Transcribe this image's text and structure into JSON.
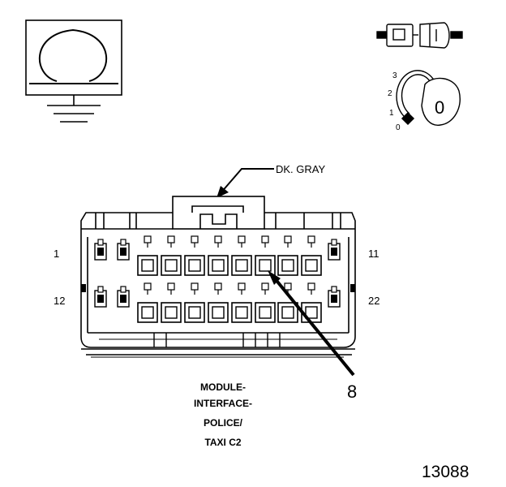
{
  "color_label": "DK. GRAY",
  "pin_labels": {
    "top_left": "1",
    "top_right": "11",
    "bottom_left": "12",
    "bottom_right": "22"
  },
  "callout_number": "8",
  "connector_name": [
    "MODULE-",
    "INTERFACE-",
    "POLICE/",
    "TAXI C2"
  ],
  "key_positions": [
    "3",
    "2",
    "1",
    "0"
  ],
  "key_label": "0",
  "figure_number": "13088",
  "icons": [
    "ohmmeter-ground-icon",
    "connector-plug-icon",
    "ignition-key-icon"
  ]
}
